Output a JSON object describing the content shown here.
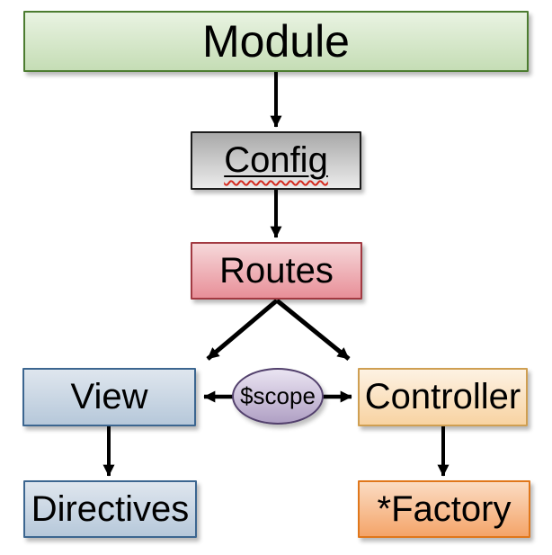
{
  "diagram": {
    "background": "#ffffff",
    "arrow_color": "#000000",
    "text_color": "#000000",
    "nodes": {
      "module": {
        "label": "Module",
        "shape": "rect",
        "fill_top": "#e9f3e2",
        "fill_bottom": "#c5ddb5",
        "border": "#4c7c30"
      },
      "config": {
        "label": "Config",
        "shape": "rect",
        "fill_top": "#a9a9a9",
        "fill_bottom": "#ebebeb",
        "border": "#1c1c1c",
        "decoration": "black underline with red wavy spellcheck squiggle"
      },
      "routes": {
        "label": "Routes",
        "shape": "rect",
        "fill_top": "#f6d8da",
        "fill_bottom": "#e88f98",
        "border": "#a23a42"
      },
      "view": {
        "label": "View",
        "shape": "rect",
        "fill_top": "#dfe6ee",
        "fill_bottom": "#b6c8da",
        "border": "#3c6690"
      },
      "scope": {
        "label": "$scope",
        "shape": "ellipse",
        "fill_top": "#eae4f2",
        "fill_bottom": "#b0a0c4",
        "border": "#52406c"
      },
      "controller": {
        "label": "Controller",
        "shape": "rect",
        "fill_top": "#fdf2e3",
        "fill_bottom": "#f8d3a2",
        "border": "#cf9f52"
      },
      "directives": {
        "label": "Directives",
        "shape": "rect",
        "fill_top": "#dfe6ee",
        "fill_bottom": "#b6c8da",
        "border": "#3c6690"
      },
      "factory": {
        "label": "*Factory",
        "shape": "rect",
        "fill_top": "#fbdcc3",
        "fill_bottom": "#f4a469",
        "border": "#e0771b"
      }
    },
    "edges": [
      {
        "from": "module",
        "to": "config",
        "direction": "down"
      },
      {
        "from": "config",
        "to": "routes",
        "direction": "down"
      },
      {
        "from": "routes",
        "to": "view",
        "direction": "diagonal-down-left"
      },
      {
        "from": "routes",
        "to": "controller",
        "direction": "diagonal-down-right"
      },
      {
        "from": "scope",
        "to": "view",
        "direction": "left"
      },
      {
        "from": "scope",
        "to": "controller",
        "direction": "right"
      },
      {
        "from": "view",
        "to": "directives",
        "direction": "down"
      },
      {
        "from": "controller",
        "to": "factory",
        "direction": "down"
      }
    ]
  }
}
